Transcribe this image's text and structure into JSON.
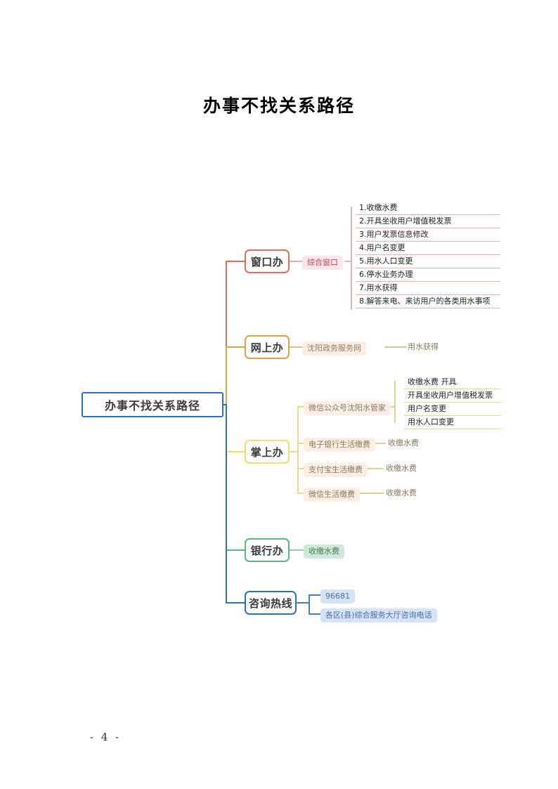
{
  "document": {
    "title": "办事不找关系路径",
    "page_footer": "- 4 -"
  },
  "mindmap": {
    "root": {
      "label": "办事不找关系路径",
      "color": "#2d6fc4"
    },
    "branches": [
      {
        "label": "窗口办",
        "color": "#e0705a",
        "group_label": "综合窗口",
        "group_bg": "#fbe4ea",
        "group_fg": "#b5504f",
        "items": [
          "1.收缴水费",
          "2.开具坐收用户增值税发票",
          "3.用户发票信息修改",
          "4.用户名变更",
          "5.用水人口变更",
          "6.停水业务办理",
          "7.用水获得",
          "8.解答来电、来访用户的各类用水事项"
        ]
      },
      {
        "label": "网上办",
        "color": "#dda63f",
        "group_label": "沈阳政务服务网",
        "group_bg": "#fbeee6",
        "group_fg": "#9a7b5c",
        "items": [
          "用水获得"
        ]
      },
      {
        "label": "掌上办",
        "color": "#ece06a",
        "groups": [
          {
            "label": "微信公众号沈阳水管家",
            "bg": "#fbeee6",
            "fg": "#8a7a5a",
            "items": [
              "收缴水费 开具",
              "开具坐收用户增值税发票",
              "用户名变更",
              "用水人口变更"
            ]
          },
          {
            "label": "电子银行生活缴费",
            "bg": "#fdeee4",
            "fg": "#8a7a5a",
            "items": [
              "收缴水费"
            ]
          },
          {
            "label": "支付宝生活缴费",
            "bg": "#fdeee4",
            "fg": "#8a7a5a",
            "items": [
              "收缴水费"
            ]
          },
          {
            "label": "微信生活缴费",
            "bg": "#fdeee4",
            "fg": "#8a7a5a",
            "items": [
              "收缴水费"
            ]
          }
        ]
      },
      {
        "label": "银行办",
        "color": "#5cb87f",
        "group_label": "收缴水费",
        "group_bg": "#cfe9d8",
        "group_fg": "#4b7a5c",
        "items": []
      },
      {
        "label": "咨询热线",
        "color": "#2d6fc4",
        "items": [
          "96681",
          "各区(县)综合服务大厅咨询电话"
        ],
        "item_bg": "#d6e2f6",
        "item_fg": "#4a6fa8"
      }
    ]
  }
}
